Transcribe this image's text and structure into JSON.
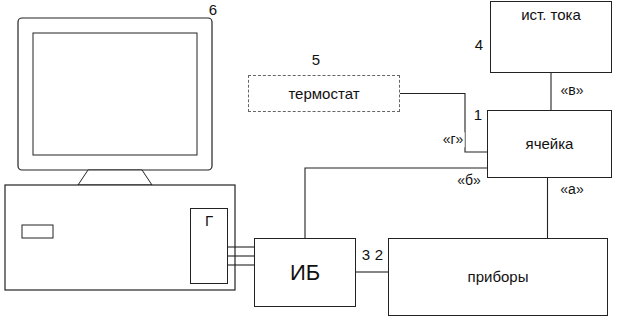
{
  "diagram": {
    "nodes": [
      {
        "text": [
          "ист. тока"
        ]
      },
      {
        "text": [
          "термостат"
        ]
      },
      {
        "text": [
          "ячейка"
        ]
      },
      {
        "text": [
          "ИБ"
        ]
      },
      {
        "text": [
          "приборы"
        ]
      },
      {
        "text": [
          "Г"
        ]
      }
    ],
    "edges": [
      {
        "from": 0,
        "to": 2,
        "arrow": "none",
        "label": "«в»"
      },
      {
        "from": 1,
        "to": 2,
        "arrow": "none",
        "label": "«г»"
      },
      {
        "from": 2,
        "to": 4,
        "arrow": "none",
        "label": "«а»"
      },
      {
        "from": 3,
        "to": 2,
        "arrow": "none",
        "label": "«б»"
      },
      {
        "from": 3,
        "to": 4,
        "arrow": "none"
      },
      {
        "from": 5,
        "to": 3,
        "arrow": "none"
      },
      {
        "from": 5,
        "to": 3,
        "arrow": "none"
      },
      {
        "from": 5,
        "to": 3,
        "arrow": "none"
      }
    ],
    "labels": [
      "6",
      "5",
      "4",
      "1",
      "3",
      "2"
    ]
  }
}
